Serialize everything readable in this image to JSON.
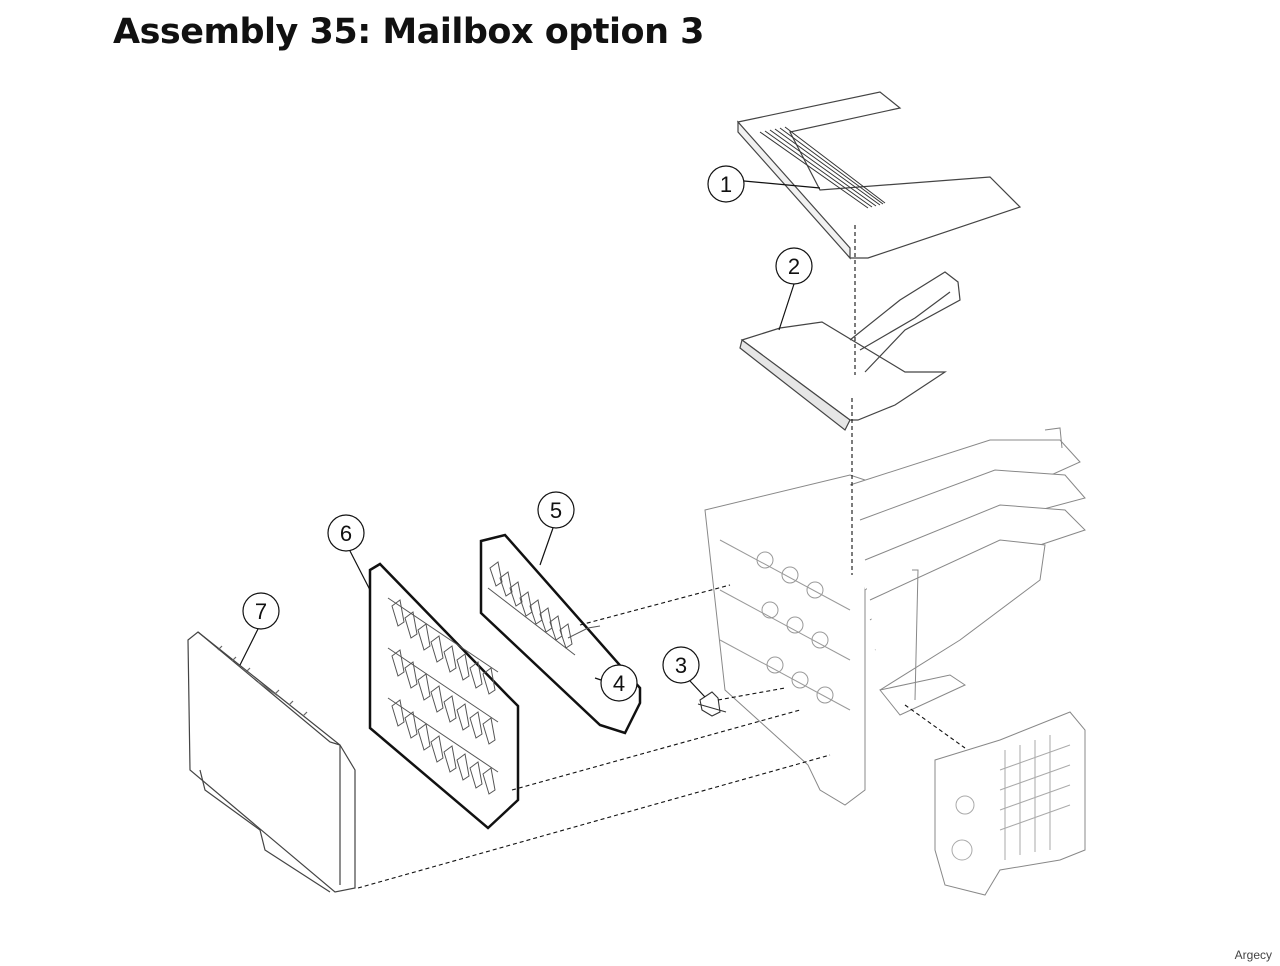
{
  "title": "Assembly 35: Mailbox option 3",
  "watermark": "Argecy",
  "callouts": [
    {
      "number": "1",
      "part": "top-cover"
    },
    {
      "number": "2",
      "part": "bin-tray"
    },
    {
      "number": "3",
      "part": "sensor"
    },
    {
      "number": "4",
      "part": "spring"
    },
    {
      "number": "5",
      "part": "deflector-assembly-small"
    },
    {
      "number": "6",
      "part": "deflector-assembly-large"
    },
    {
      "number": "7",
      "part": "side-cover"
    }
  ]
}
